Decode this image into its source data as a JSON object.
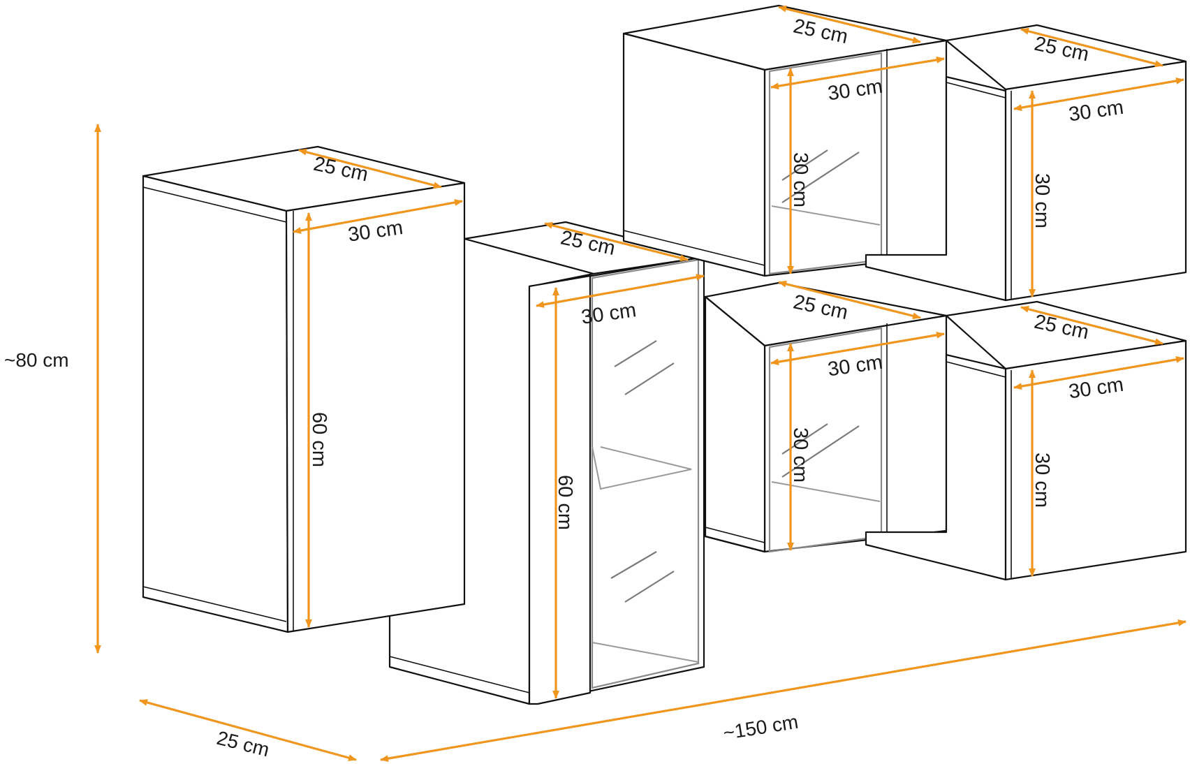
{
  "colors": {
    "dimension": "#F0961E",
    "outline": "#111111",
    "glass": "#8a8a8a",
    "background": "#ffffff"
  },
  "overall": {
    "height": "~80 cm",
    "width": "~150 cm",
    "depth": "25 cm"
  },
  "cabinets": [
    {
      "id": "tall-left",
      "depth": "25 cm",
      "width": "30 cm",
      "height": "60 cm"
    },
    {
      "id": "tall-glass",
      "depth": "25 cm",
      "width": "30 cm",
      "height": "60 cm"
    },
    {
      "id": "cube-top-glass",
      "depth": "25 cm",
      "width": "30 cm",
      "height": "30 cm"
    },
    {
      "id": "cube-top-right",
      "depth": "25 cm",
      "width": "30 cm",
      "height": "30 cm"
    },
    {
      "id": "cube-bottom-glass",
      "depth": "25 cm",
      "width": "30 cm",
      "height": "30 cm"
    },
    {
      "id": "cube-bottom-right",
      "depth": "25 cm",
      "width": "30 cm",
      "height": "30 cm"
    }
  ]
}
